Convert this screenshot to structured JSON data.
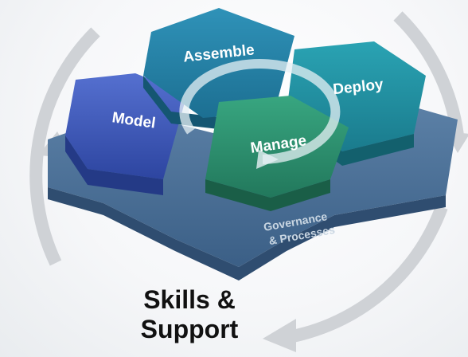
{
  "hexagons": {
    "model": "Model",
    "assemble": "Assemble",
    "deploy": "Deploy",
    "manage": "Manage"
  },
  "base": {
    "line1": "Governance",
    "line2": "& Processes"
  },
  "footer": {
    "line1": "Skills &",
    "line2": "Support"
  },
  "colors": {
    "model": "#3a55b0",
    "assemble": "#1f7a9c",
    "deploy": "#1e8a9a",
    "manage": "#2a8a6a",
    "base": "#4a6f95",
    "cycle_arrow": "#c8cbcf"
  }
}
